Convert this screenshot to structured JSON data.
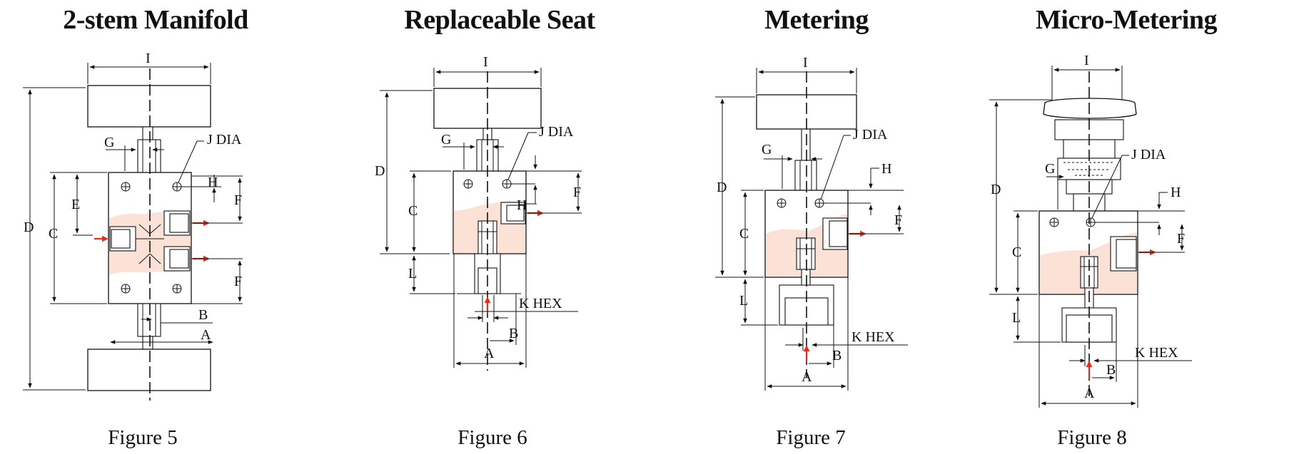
{
  "colors": {
    "cutaway": "#fbe1d6",
    "flow_arrow": "#e32b1f",
    "line": "#111111"
  },
  "figures": [
    {
      "title": "2-stem Manifold",
      "caption": "Figure 5",
      "labels": {
        "I": "I",
        "G": "G",
        "J": "J DIA",
        "H": "H",
        "E": "E",
        "F1": "F",
        "F2": "F",
        "C": "C",
        "D": "D",
        "B": "B",
        "A": "A"
      }
    },
    {
      "title": "Replaceable Seat",
      "caption": "Figure 6",
      "labels": {
        "I": "I",
        "G": "G",
        "J": "J DIA",
        "D": "D",
        "C": "C",
        "F": "F",
        "H": "H",
        "L": "L",
        "K": "K HEX",
        "B": "B",
        "A": "A"
      }
    },
    {
      "title": "Metering",
      "caption": "Figure 7",
      "labels": {
        "I": "I",
        "G": "G",
        "J": "J DIA",
        "D": "D",
        "H": "H",
        "F": "F",
        "C": "C",
        "L": "L",
        "K": "K HEX",
        "B": "B",
        "A": "A"
      }
    },
    {
      "title": "Micro-Metering",
      "caption": "Figure 8",
      "labels": {
        "I": "I",
        "G": "G",
        "J": "J DIA",
        "D": "D",
        "H": "H",
        "F": "F",
        "C": "C",
        "L": "L",
        "K": "K HEX",
        "B": "B",
        "A": "A"
      }
    }
  ]
}
